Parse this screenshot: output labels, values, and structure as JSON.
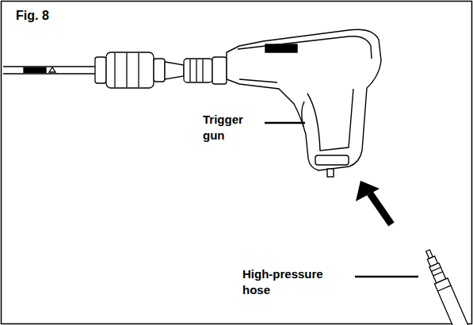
{
  "diagram": {
    "title": "Fig. 8",
    "labels": [
      "Trigger gun",
      "High-pressure hose"
    ]
  }
}
